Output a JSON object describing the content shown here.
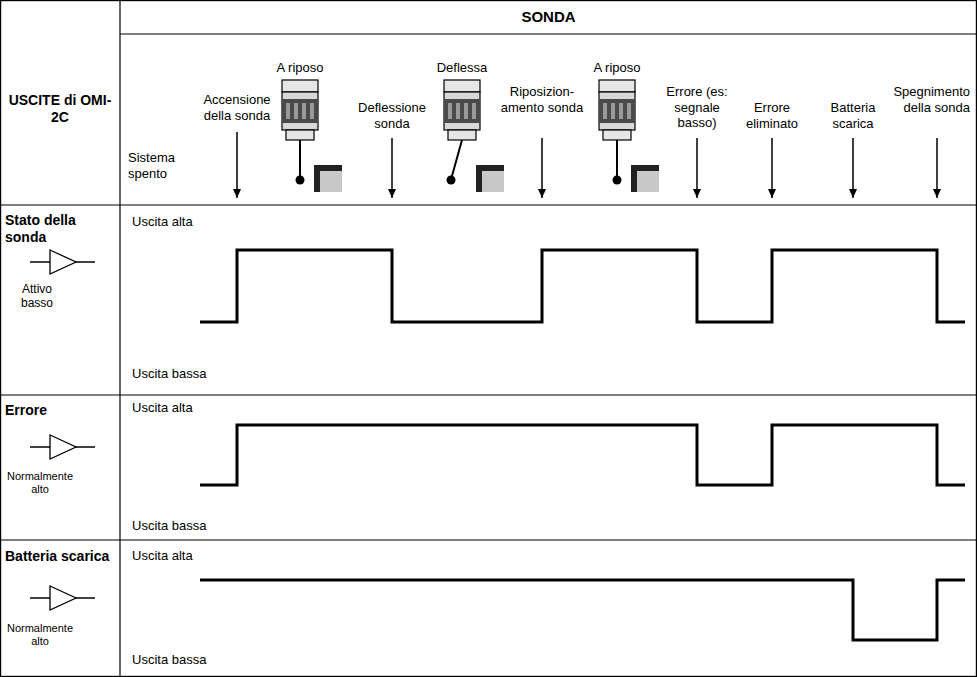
{
  "diagram": {
    "labels": [
      "SONDA",
      "USCITE di OMI-2C",
      "A riposo",
      "Deflessa",
      "A riposo",
      "Accensione della sonda",
      "Deflessione sonda",
      "Riposizion- amento sonda",
      "Errore (es: segnale basso)",
      "Errore eliminato",
      "Batteria scarica",
      "Spegnimento della sonda",
      "Sistema spento",
      "Stato della sonda",
      "Attivo basso",
      "Uscita alta",
      "Uscita bassa",
      "Errore",
      "Normalmente alto",
      "Uscita alta",
      "Uscita bassa",
      "Batteria scarica",
      "Normalmente alto",
      "Uscita alta",
      "Uscita bassa"
    ]
  }
}
